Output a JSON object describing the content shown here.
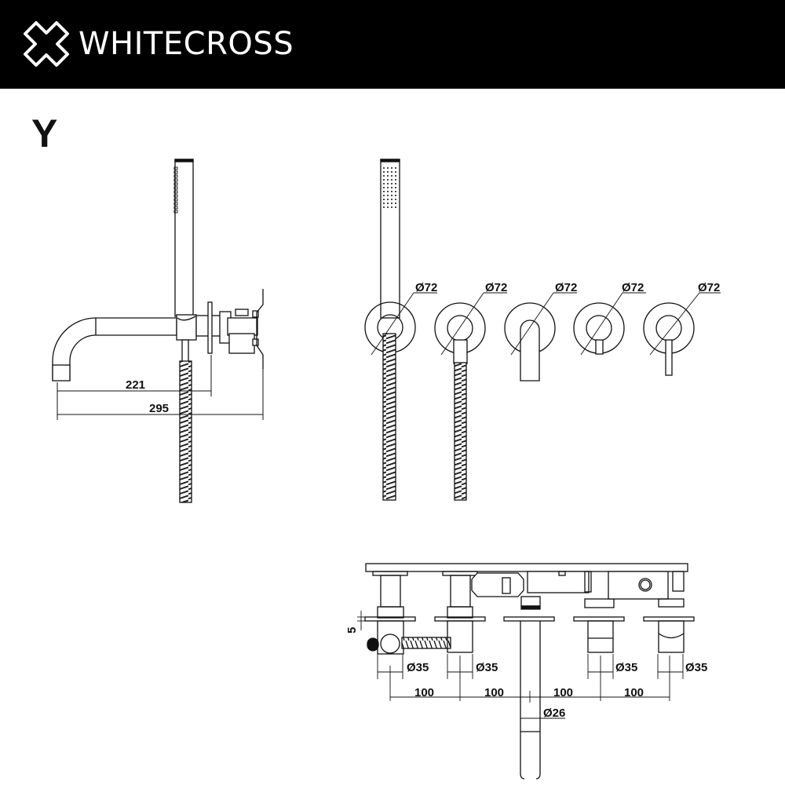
{
  "header": {
    "brand": "WHITECROSS",
    "logo_icon": "cross-outline-logo",
    "background": "#000000",
    "text_color": "#ffffff"
  },
  "variant_label": "Y",
  "side_view": {
    "dimensions": {
      "spout_projection": "221",
      "overall_depth": "295"
    }
  },
  "front_view": {
    "rosettes": [
      {
        "part": "handshower-holder",
        "diameter": "Ø72"
      },
      {
        "part": "hose-outlet",
        "diameter": "Ø72"
      },
      {
        "part": "spout",
        "diameter": "Ø72"
      },
      {
        "part": "diverter-lever",
        "diameter": "Ø72"
      },
      {
        "part": "mixer-lever",
        "diameter": "Ø72"
      }
    ]
  },
  "plan_view": {
    "flange_thickness": "5",
    "bodies": [
      {
        "diameter": "Ø35"
      },
      {
        "diameter": "Ø35"
      },
      {
        "diameter": "Ø35"
      },
      {
        "diameter": "Ø35"
      }
    ],
    "spacings": [
      "100",
      "100",
      "100",
      "100"
    ],
    "spout_diameter": "Ø26"
  }
}
